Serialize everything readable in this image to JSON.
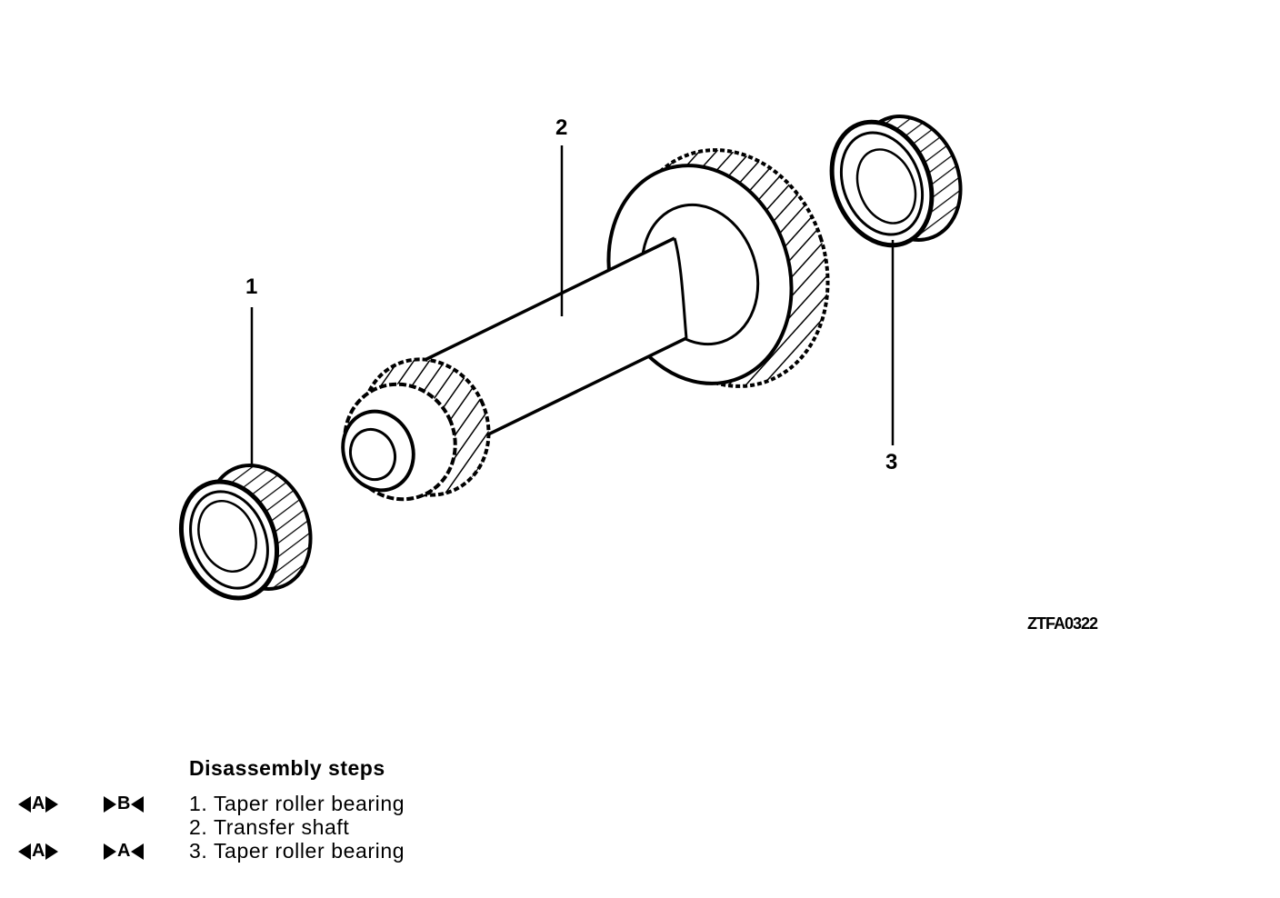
{
  "figure_code": "ZTFA0322",
  "callouts": [
    "1",
    "2",
    "3"
  ],
  "steps_title": "Disassembly steps",
  "steps": [
    {
      "text": "1. Taper roller bearing",
      "removal_mark": "A",
      "install_mark": "B"
    },
    {
      "text": "2. Transfer shaft",
      "removal_mark": "",
      "install_mark": ""
    },
    {
      "text": "3. Taper roller bearing",
      "removal_mark": "A",
      "install_mark": "A"
    }
  ]
}
